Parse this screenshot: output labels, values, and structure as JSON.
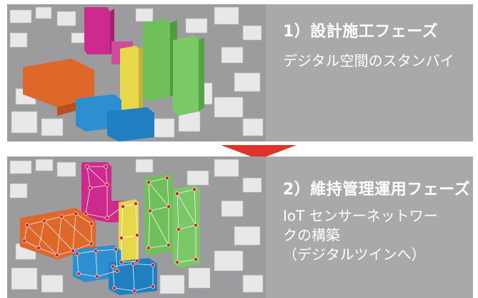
{
  "phase1": {
    "heading": "1）設計施工フェーズ",
    "description": "デジタル空間のスタンバイ"
  },
  "phase2": {
    "heading": "2）維持管理運用フェーズ",
    "description_lines": [
      "IoT センサーネットワー",
      "クの構築",
      "（デジタルツインへ）"
    ]
  },
  "colors": {
    "panel": "#a9a9ab",
    "caption_text": "#ffffff",
    "arrow": "#e0322a",
    "building_pink": "#cc2a8c",
    "building_green": "#6fbf5a",
    "building_orange": "#e0672a",
    "building_yellow": "#e6d84a",
    "building_blue": "#1f8fd0",
    "sensor_node": "#d8232a"
  }
}
